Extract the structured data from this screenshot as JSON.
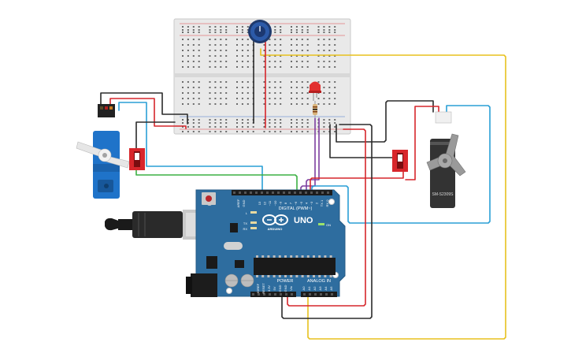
{
  "board": {
    "brand": "ARDUINO",
    "model": "UNO",
    "digital_header": "DIGITAL (PWM~)",
    "power_header": "POWER",
    "analog_header": "ANALOG IN",
    "led_labels": [
      "L",
      "TX",
      "RX"
    ],
    "on_label": "ON",
    "aref_label": "AREF",
    "gnd_label": "GND",
    "digital_pins": [
      "13",
      "12",
      "~11",
      "~10",
      "~9",
      "8",
      "7",
      "~6",
      "~5",
      "4",
      "~3",
      "2",
      "TX 1",
      "RX 0"
    ],
    "power_pins": [
      "IOREF",
      "RESET",
      "3.3V",
      "5V",
      "GND",
      "GND",
      "Vin"
    ],
    "analog_pins": [
      "A0",
      "A1",
      "A2",
      "A3",
      "A4",
      "A5"
    ]
  },
  "servo_right": {
    "model_label": "SM-S2309S"
  },
  "components": {
    "breadboard": "breadboard",
    "potentiometer": "potentiometer",
    "led": "red LED",
    "resistor": "resistor",
    "servo_left": "micro servo",
    "servo_right": "micro servo",
    "switch_left": "slide switch",
    "switch_right": "slide switch",
    "usb_cable": "USB cable"
  },
  "colors": {
    "board_blue": "#2e6d9f",
    "breadboard": "#e8e8e8",
    "wire_red": "#d6262b",
    "wire_black": "#2b2b2b",
    "wire_blue": "#2a9fd6",
    "wire_green": "#3cb043",
    "wire_purple": "#7d3fa0",
    "wire_yellow": "#e8c11e",
    "servo_left_body": "#1f73c9",
    "servo_right_body": "#3a3a3a",
    "switch": "#d8262b"
  }
}
